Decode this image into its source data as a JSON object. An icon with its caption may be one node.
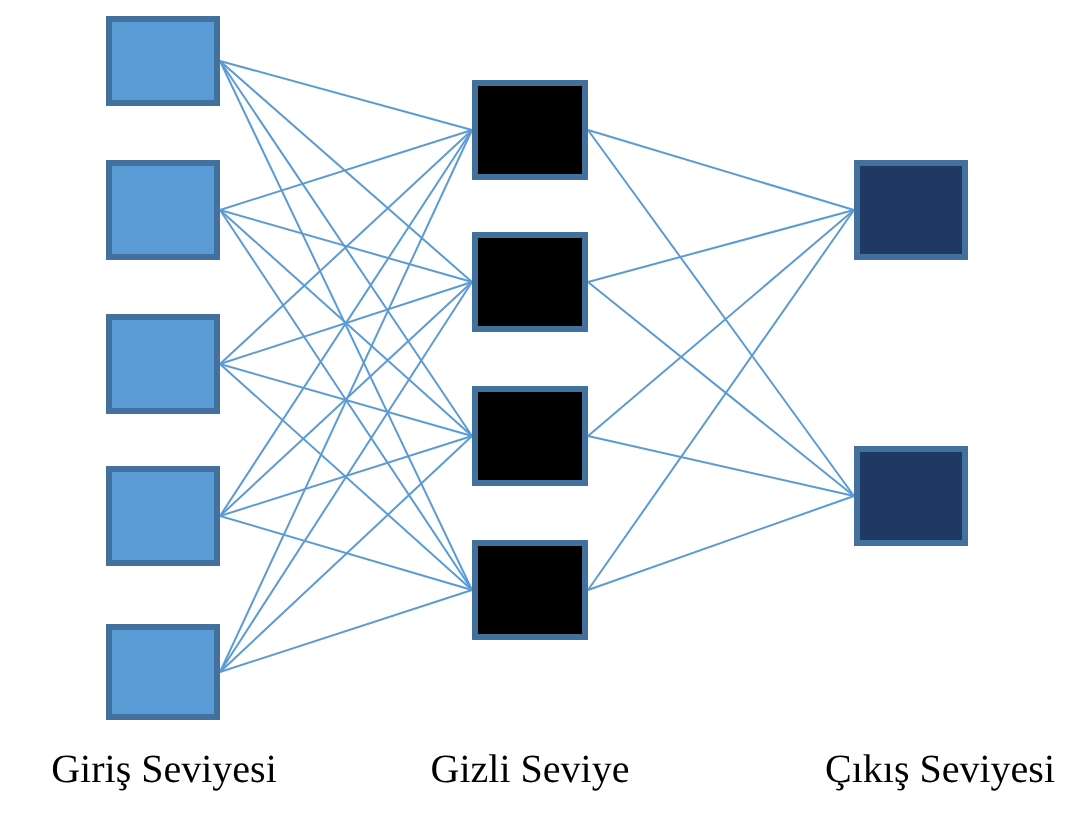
{
  "diagram": {
    "nodes": [
      {
        "text": [],
        "shape": "box"
      },
      {
        "text": [],
        "shape": "box"
      },
      {
        "text": [],
        "shape": "box"
      },
      {
        "text": [],
        "shape": "box"
      },
      {
        "text": [],
        "shape": "box"
      },
      {
        "text": [],
        "shape": "box"
      },
      {
        "text": [],
        "shape": "box"
      },
      {
        "text": [],
        "shape": "box"
      },
      {
        "text": [],
        "shape": "box"
      },
      {
        "text": [],
        "shape": "box"
      },
      {
        "text": [],
        "shape": "box"
      }
    ],
    "edges": [
      {
        "from": 0,
        "to": 5,
        "arrow": "none"
      },
      {
        "from": 0,
        "to": 6,
        "arrow": "none"
      },
      {
        "from": 0,
        "to": 7,
        "arrow": "none"
      },
      {
        "from": 0,
        "to": 8,
        "arrow": "none"
      },
      {
        "from": 1,
        "to": 5,
        "arrow": "none"
      },
      {
        "from": 1,
        "to": 6,
        "arrow": "none"
      },
      {
        "from": 1,
        "to": 7,
        "arrow": "none"
      },
      {
        "from": 1,
        "to": 8,
        "arrow": "none"
      },
      {
        "from": 2,
        "to": 5,
        "arrow": "none"
      },
      {
        "from": 2,
        "to": 6,
        "arrow": "none"
      },
      {
        "from": 2,
        "to": 7,
        "arrow": "none"
      },
      {
        "from": 2,
        "to": 8,
        "arrow": "none"
      },
      {
        "from": 3,
        "to": 5,
        "arrow": "none"
      },
      {
        "from": 3,
        "to": 6,
        "arrow": "none"
      },
      {
        "from": 3,
        "to": 7,
        "arrow": "none"
      },
      {
        "from": 3,
        "to": 8,
        "arrow": "none"
      },
      {
        "from": 4,
        "to": 5,
        "arrow": "none"
      },
      {
        "from": 4,
        "to": 6,
        "arrow": "none"
      },
      {
        "from": 4,
        "to": 7,
        "arrow": "none"
      },
      {
        "from": 4,
        "to": 8,
        "arrow": "none"
      },
      {
        "from": 5,
        "to": 9,
        "arrow": "none"
      },
      {
        "from": 5,
        "to": 10,
        "arrow": "none"
      },
      {
        "from": 6,
        "to": 9,
        "arrow": "none"
      },
      {
        "from": 6,
        "to": 10,
        "arrow": "none"
      },
      {
        "from": 7,
        "to": 9,
        "arrow": "none"
      },
      {
        "from": 7,
        "to": 10,
        "arrow": "none"
      },
      {
        "from": 8,
        "to": 9,
        "arrow": "none"
      },
      {
        "from": 8,
        "to": 10,
        "arrow": "none"
      }
    ],
    "labels": [
      "Giriş Seviyesi",
      "Gizli Seviye",
      "Çıkış Seviyesi"
    ]
  }
}
